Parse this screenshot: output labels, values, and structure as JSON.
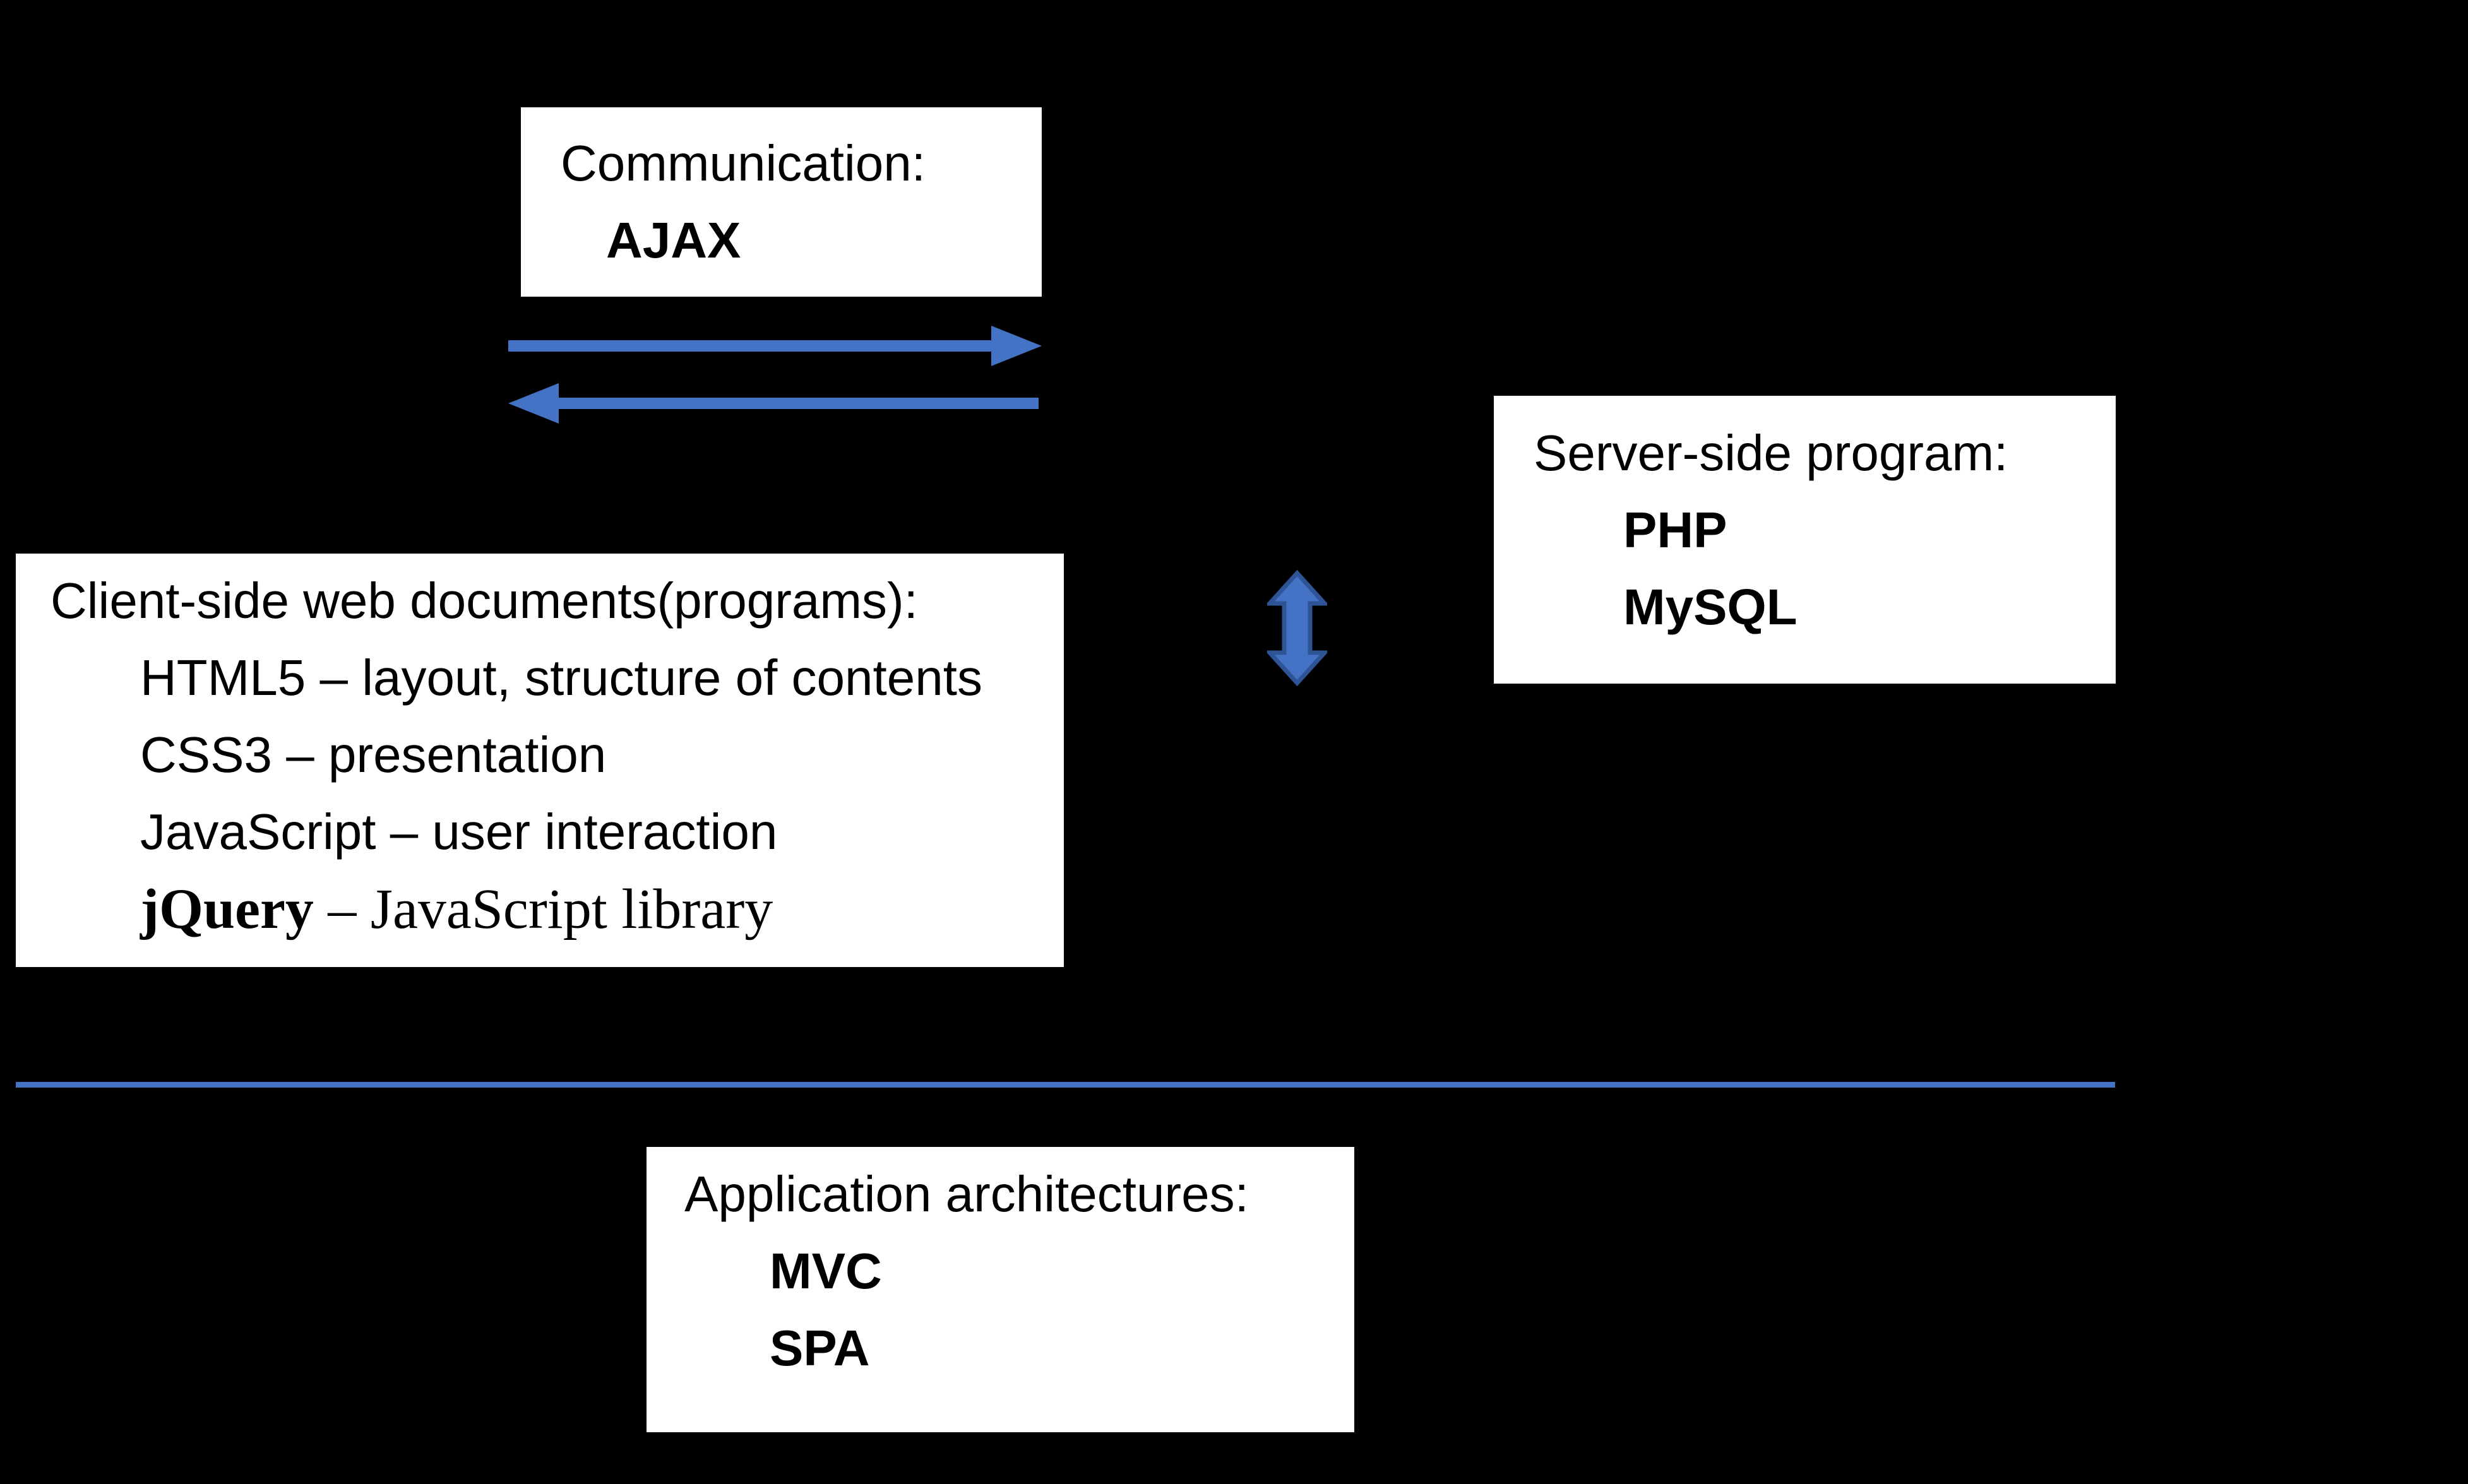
{
  "colors": {
    "background": "#000000",
    "box_background": "#ffffff",
    "text": "#000000",
    "accent_blue": "#4472C4",
    "arrow_outline": "#2F5496"
  },
  "communication": {
    "title": "Communication:",
    "items": [
      "AJAX"
    ]
  },
  "server": {
    "title": "Server-side program:",
    "items": [
      "PHP",
      "MySQL"
    ]
  },
  "client": {
    "title": "Client-side web documents(programs):",
    "items": [
      "HTML5 – layout, structure of contents",
      "CSS3 – presentation",
      "JavaScript – user interaction"
    ],
    "jquery": {
      "lead": "jQuery",
      "rest": " – JavaScript library"
    }
  },
  "architectures": {
    "title": "Application architectures:",
    "items": [
      "MVC",
      "SPA"
    ]
  },
  "icons": {
    "request_arrow": "right-arrow",
    "response_arrow": "left-arrow",
    "sync_arrow": "up-down-arrow",
    "divider": "horizontal-line"
  }
}
